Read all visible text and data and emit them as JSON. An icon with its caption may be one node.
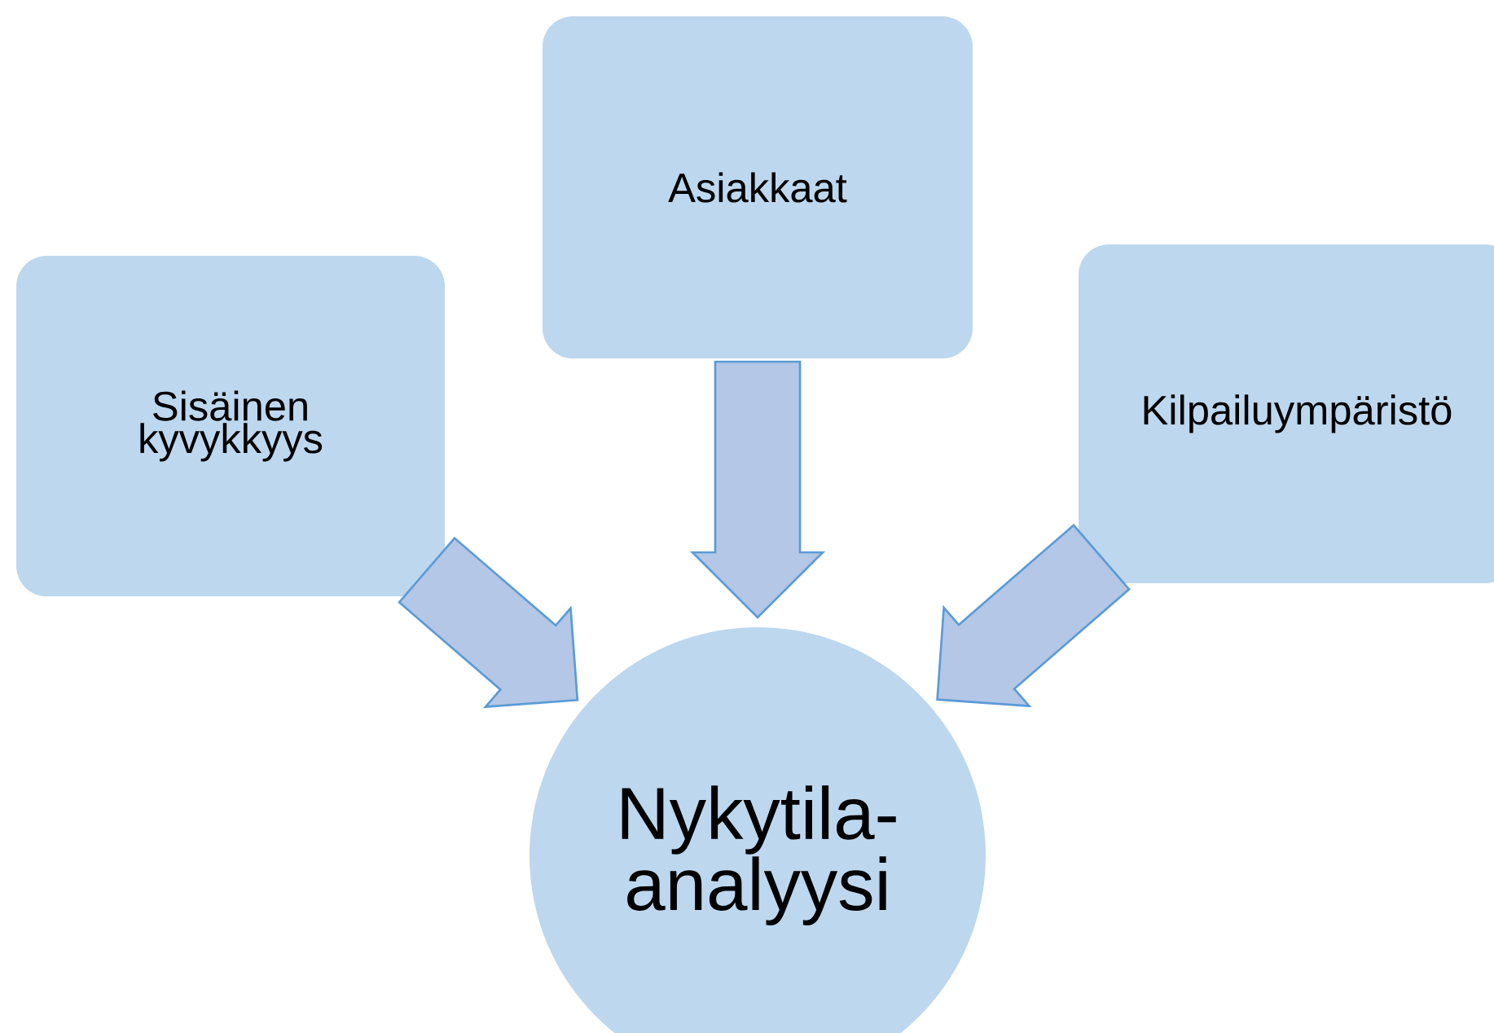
{
  "diagram": {
    "nodes": [
      {
        "text": [
          "Asiakkaat"
        ]
      },
      {
        "text": [
          "Sisäinen kyvykkyys"
        ]
      },
      {
        "text": [
          "Kilpailuympäristö"
        ]
      },
      {
        "text": [
          "Nykytila- analyysi"
        ]
      }
    ],
    "edges": [
      {
        "from": 1,
        "to": 3,
        "arrow": "to"
      },
      {
        "from": 0,
        "to": 3,
        "arrow": "to"
      },
      {
        "from": 2,
        "to": 3,
        "arrow": "to"
      }
    ]
  }
}
